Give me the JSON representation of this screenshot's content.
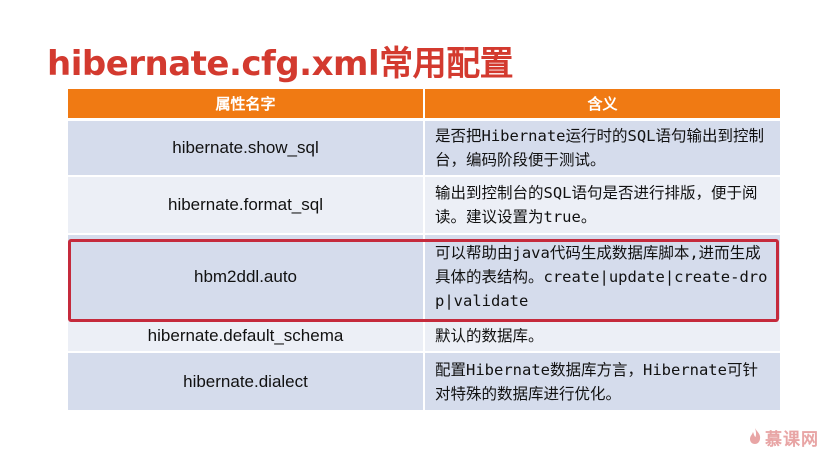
{
  "slide": {
    "title": "hibernate.cfg.xml常用配置"
  },
  "table": {
    "headers": [
      "属性名字",
      "含义"
    ],
    "rows": [
      {
        "name": "hibernate.show_sql",
        "desc": "是否把Hibernate运行时的SQL语句输出到控制台，编码阶段便于测试。"
      },
      {
        "name": "hibernate.format_sql",
        "desc": "输出到控制台的SQL语句是否进行排版，便于阅读。建议设置为true。"
      },
      {
        "name": "hbm2ddl.auto",
        "desc": "可以帮助由java代码生成数据库脚本,进而生成具体的表结构。create|update|create-drop|validate"
      },
      {
        "name": "hibernate.default_schema",
        "desc": "默认的数据库。"
      },
      {
        "name": "hibernate.dialect",
        "desc": "配置Hibernate数据库方言，Hibernate可针对特殊的数据库进行优化。"
      }
    ]
  },
  "watermark": {
    "text": "慕课网",
    "icon": "flame-icon",
    "color": "#e8a5a5"
  },
  "colors": {
    "title": "#d33a2f",
    "header": "#f07a13",
    "row_odd": "#d5dcec",
    "row_even": "#eceff6",
    "highlight_border": "#c52a3c"
  }
}
